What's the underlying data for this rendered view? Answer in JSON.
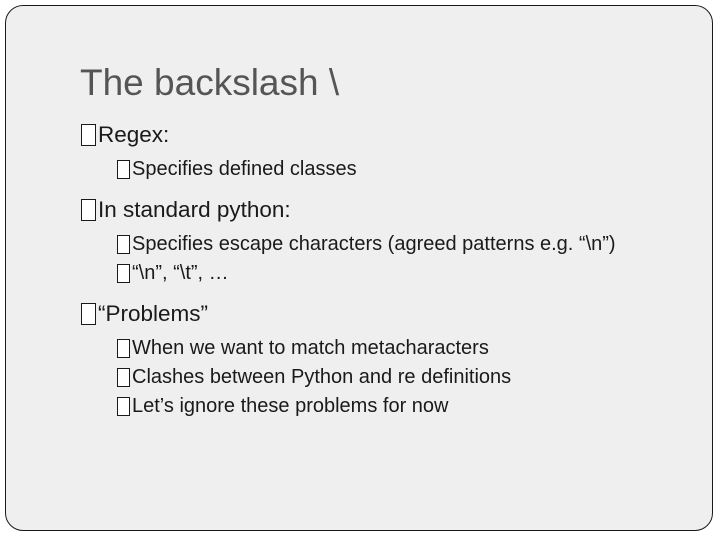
{
  "slide": {
    "title": "The backslash \\",
    "bullets": [
      {
        "text": "Regex:",
        "sub": [
          "Specifies defined classes"
        ]
      },
      {
        "text": "In standard python:",
        "sub": [
          "Specifies escape characters (agreed patterns e.g. “\\n”)",
          "“\\n”, “\\t”, …"
        ]
      },
      {
        "text": "“Problems”",
        "sub": [
          "When we want to match metacharacters",
          "Clashes between Python and re definitions",
          "Let’s ignore these problems for now"
        ]
      }
    ]
  },
  "icons": {
    "bullet": "square-bullet-icon"
  },
  "colors": {
    "slide_background": "#efefef",
    "title_text": "#555555",
    "body_text": "#1a1a1a",
    "frame_border": "#1a1a1a"
  }
}
